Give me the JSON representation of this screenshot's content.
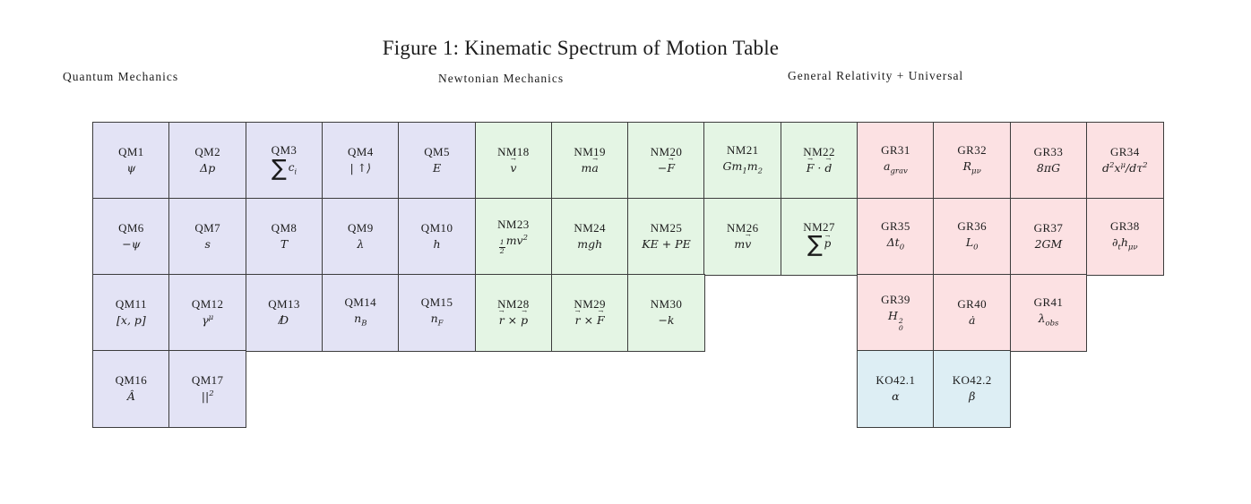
{
  "figure": {
    "title": "Figure 1: Kinematic Spectrum of Motion Table"
  },
  "group_labels": [
    {
      "label": "Quantum Mechanics"
    },
    {
      "label": "Newtonian Mechanics"
    },
    {
      "label": "General Relativity + Universal"
    }
  ],
  "colors": {
    "qm": "#e3e3f5",
    "nm": "#e4f5e4",
    "gr": "#fce1e3",
    "ko": "#ddeef4",
    "border": "#3c3c3c",
    "text": "#1c1c1c"
  },
  "cells": [
    {
      "id": "QM1",
      "group": "qm",
      "formula": "ψ"
    },
    {
      "id": "QM2",
      "group": "qm",
      "formula": "Δp"
    },
    {
      "id": "QM3",
      "group": "qm",
      "formula": "<span class=\"sum\">∑</span><span class=\"sumarg\">c<sub>i</sub></span>"
    },
    {
      "id": "QM4",
      "group": "qm",
      "formula": "| ↑⟩"
    },
    {
      "id": "QM5",
      "group": "qm",
      "formula": "E"
    },
    {
      "id": "NM18",
      "group": "nm",
      "formula": "<span class=\"vec\">v</span>"
    },
    {
      "id": "NM19",
      "group": "nm",
      "formula": "m<span class=\"vec\">a</span>"
    },
    {
      "id": "NM20",
      "group": "nm",
      "formula": "−<span class=\"vec\">F</span>"
    },
    {
      "id": "NM21",
      "group": "nm",
      "formula": "Gm<sub>1</sub>m<sub>2</sub>"
    },
    {
      "id": "NM22",
      "group": "nm",
      "formula": "<span class=\"vec\">F</span> · <span class=\"vec\">d</span>"
    },
    {
      "id": "GR31",
      "group": "gr",
      "formula": "a<sub>grav</sub>"
    },
    {
      "id": "GR32",
      "group": "gr",
      "formula": "R<sub>μν</sub>"
    },
    {
      "id": "GR33",
      "group": "gr",
      "formula": "8πG"
    },
    {
      "id": "GR34",
      "group": "gr",
      "formula": "d<sup>2</sup>x<sup>μ</sup>/dτ<sup>2</sup>"
    },
    {
      "id": "QM6",
      "group": "qm",
      "formula": "−ψ"
    },
    {
      "id": "QM7",
      "group": "qm",
      "formula": "s"
    },
    {
      "id": "QM8",
      "group": "qm",
      "formula": "T"
    },
    {
      "id": "QM9",
      "group": "qm",
      "formula": "λ"
    },
    {
      "id": "QM10",
      "group": "qm",
      "formula": "h"
    },
    {
      "id": "NM23",
      "group": "nm",
      "formula": "<span class=\"frac\"><span class=\"num\">1</span><span>2</span></span>mv<sup>2</sup>"
    },
    {
      "id": "NM24",
      "group": "nm",
      "formula": "mgh"
    },
    {
      "id": "NM25",
      "group": "nm",
      "formula": "KE + PE"
    },
    {
      "id": "NM26",
      "group": "nm",
      "formula": "m<span class=\"vec\">v</span>"
    },
    {
      "id": "NM27",
      "group": "nm",
      "formula": "<span class=\"sum\">∑</span><span class=\"sumarg\"><span class=\"vec\">p</span></span>"
    },
    {
      "id": "GR35",
      "group": "gr",
      "formula": "Δt<sub>0</sub>"
    },
    {
      "id": "GR36",
      "group": "gr",
      "formula": "L<sub>0</sub>"
    },
    {
      "id": "GR37",
      "group": "gr",
      "formula": "2GM"
    },
    {
      "id": "GR38",
      "group": "gr",
      "formula": "∂<sub>t</sub>h<sub>μν</sub>"
    },
    {
      "id": "QM11",
      "group": "qm",
      "formula": "[x, p]"
    },
    {
      "id": "QM12",
      "group": "qm",
      "formula": "γ<sup>μ</sup>"
    },
    {
      "id": "QM13",
      "group": "qm",
      "formula": "<span class=\"slashed\">D</span>"
    },
    {
      "id": "QM14",
      "group": "qm",
      "formula": "n<sub>B</sub>"
    },
    {
      "id": "QM15",
      "group": "qm",
      "formula": "n<sub>F</sub>"
    },
    {
      "id": "NM28",
      "group": "nm",
      "formula": "<span class=\"vec\">r</span> × <span class=\"vec\">p</span>"
    },
    {
      "id": "NM29",
      "group": "nm",
      "formula": "<span class=\"vec\">r</span> × <span class=\"vec\">F</span>"
    },
    {
      "id": "NM30",
      "group": "nm",
      "formula": "−k"
    },
    {
      "id": "GR39",
      "group": "gr",
      "formula": "H<span class=\"supsub\"><span>2</span><span>0</span></span>"
    },
    {
      "id": "GR40",
      "group": "gr",
      "formula": "ȧ"
    },
    {
      "id": "GR41",
      "group": "gr",
      "formula": "λ<sub>obs</sub>"
    },
    {
      "id": "QM16",
      "group": "qm",
      "formula": "Â"
    },
    {
      "id": "QM17",
      "group": "qm",
      "formula": "||<sup>2</sup>"
    },
    {
      "id": "KO42.1",
      "group": "ko",
      "formula": "α"
    },
    {
      "id": "KO42.2",
      "group": "ko",
      "formula": "β"
    }
  ]
}
